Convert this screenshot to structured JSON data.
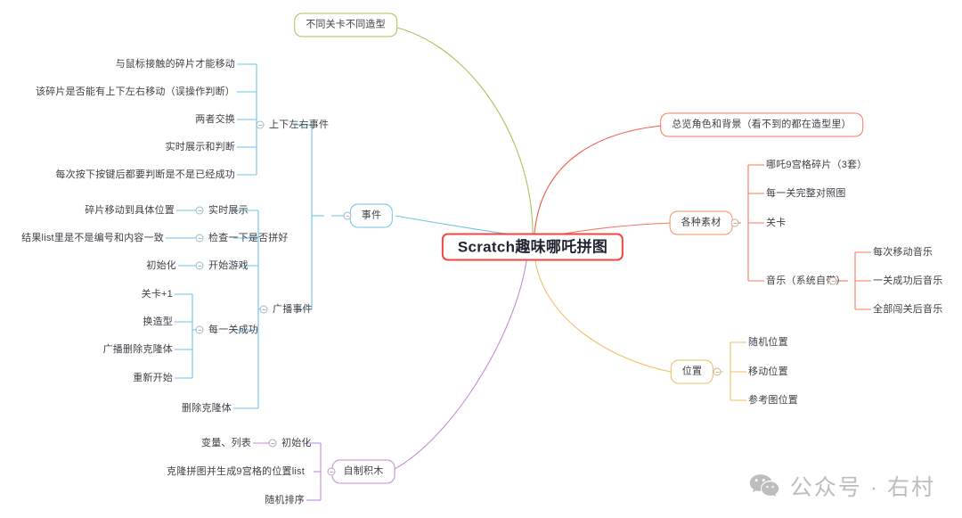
{
  "mindmap": {
    "root": {
      "label": "Scratch趣味哪吒拼图",
      "color": "#f3453f"
    },
    "branches": [
      {
        "id": "costumes",
        "label": "不同关卡不同造型",
        "color": "#a8c256",
        "children": []
      },
      {
        "id": "events",
        "label": "事件",
        "color": "#6ec2e8",
        "children": [
          {
            "label": "上下左右事件",
            "children": [
              {
                "label": "与鼠标接触的碎片才能移动"
              },
              {
                "label": "该碎片是否能有上下左右移动（误操作判断）"
              },
              {
                "label": "两者交换"
              },
              {
                "label": "实时展示和判断"
              },
              {
                "label": "每次按下按键后都要判断是不是已经成功"
              }
            ]
          },
          {
            "label": "广播事件",
            "children": [
              {
                "label": "实时展示",
                "children": [
                  {
                    "label": "碎片移动到具体位置"
                  }
                ]
              },
              {
                "label": "检查一下是否拼好",
                "children": [
                  {
                    "label": "结果list里是不是编号和内容一致"
                  }
                ]
              },
              {
                "label": "开始游戏",
                "children": [
                  {
                    "label": "初始化"
                  }
                ]
              },
              {
                "label": "每一关成功",
                "children": [
                  {
                    "label": "关卡+1"
                  },
                  {
                    "label": "换造型"
                  },
                  {
                    "label": "广播删除克隆体"
                  },
                  {
                    "label": "重新开始"
                  }
                ]
              },
              {
                "label": "删除克隆体",
                "children": []
              }
            ]
          }
        ]
      },
      {
        "id": "overview",
        "label": "总览角色和背景（看不到的都在造型里）",
        "color": "#f5795f",
        "children": []
      },
      {
        "id": "assets",
        "label": "各种素材",
        "color": "#f5905f",
        "children": [
          {
            "label": "哪吒9宫格碎片（3套）"
          },
          {
            "label": "每一关完整对照图"
          },
          {
            "label": "关卡"
          },
          {
            "label": "音乐（系统自带）",
            "children": [
              {
                "label": "每次移动音乐"
              },
              {
                "label": "一关成功后音乐"
              },
              {
                "label": "全部闯关后音乐"
              }
            ]
          }
        ]
      },
      {
        "id": "position",
        "label": "位置",
        "color": "#f2be61",
        "children": [
          {
            "label": "随机位置"
          },
          {
            "label": "移动位置"
          },
          {
            "label": "参考图位置"
          }
        ]
      },
      {
        "id": "blocks",
        "label": "自制积木",
        "color": "#c18cd8",
        "children": [
          {
            "label": "初始化",
            "children": [
              {
                "label": "变量、列表"
              }
            ]
          },
          {
            "label": "克隆拼图并生成9宫格的位置list"
          },
          {
            "label": "随机排序"
          }
        ]
      }
    ]
  },
  "watermark": {
    "icon": "wechat-icon",
    "text": "公众号 · 右村",
    "color": "#bdbdbd"
  }
}
